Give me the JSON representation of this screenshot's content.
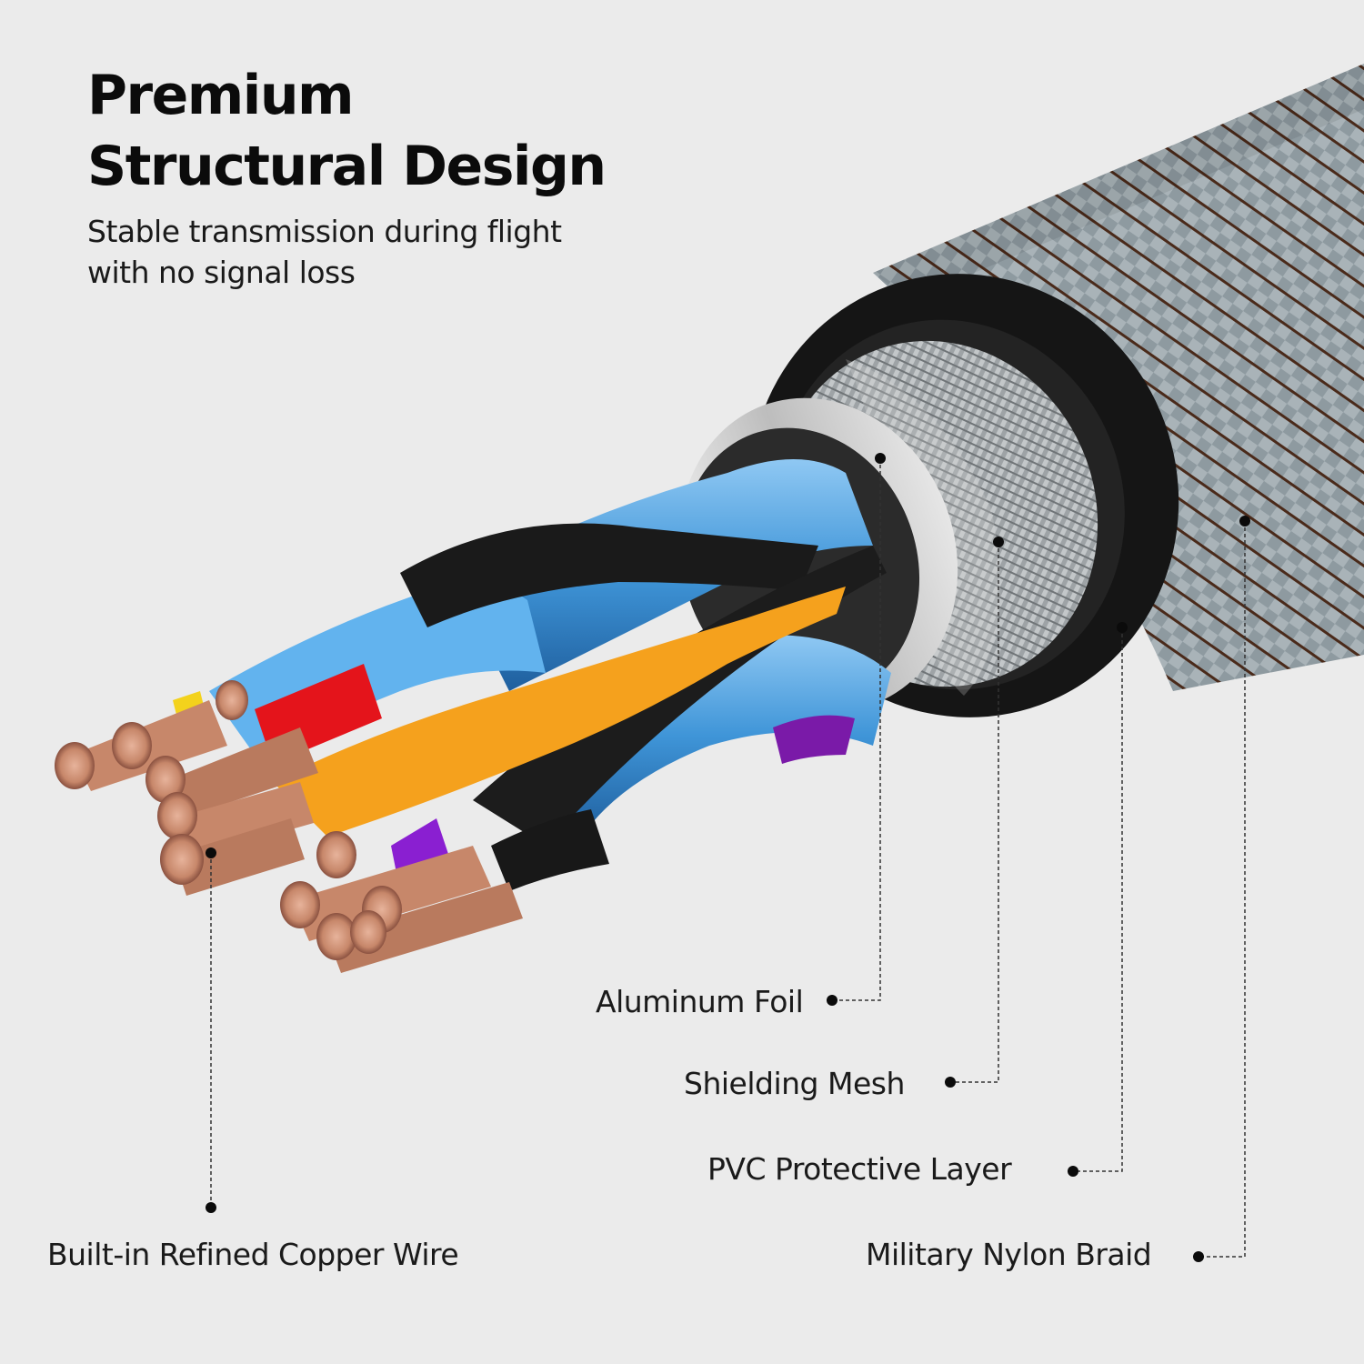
{
  "header": {
    "title_line1": "Premium",
    "title_line2": "Structural Design",
    "subtitle_line1": "Stable transmission during flight",
    "subtitle_line2": "with no signal loss"
  },
  "callouts": {
    "aluminum_foil": "Aluminum Foil",
    "shielding_mesh": "Shielding Mesh",
    "pvc_layer": "PVC Protective Layer",
    "nylon_braid": "Military Nylon Braid",
    "copper_wire": "Built-in Refined Copper Wire"
  },
  "colors": {
    "background": "#ebebeb",
    "braid_gray": "#8e9aa0",
    "braid_brown": "#4a2a1a",
    "pvc_black": "#151515",
    "foil_silver": "#c9c9c9",
    "insulation_blue": "#3f95d8",
    "wire_orange": "#f5a11d",
    "wire_red": "#e4141b",
    "wire_purple": "#8a1fd1",
    "copper": "#c7876a"
  }
}
